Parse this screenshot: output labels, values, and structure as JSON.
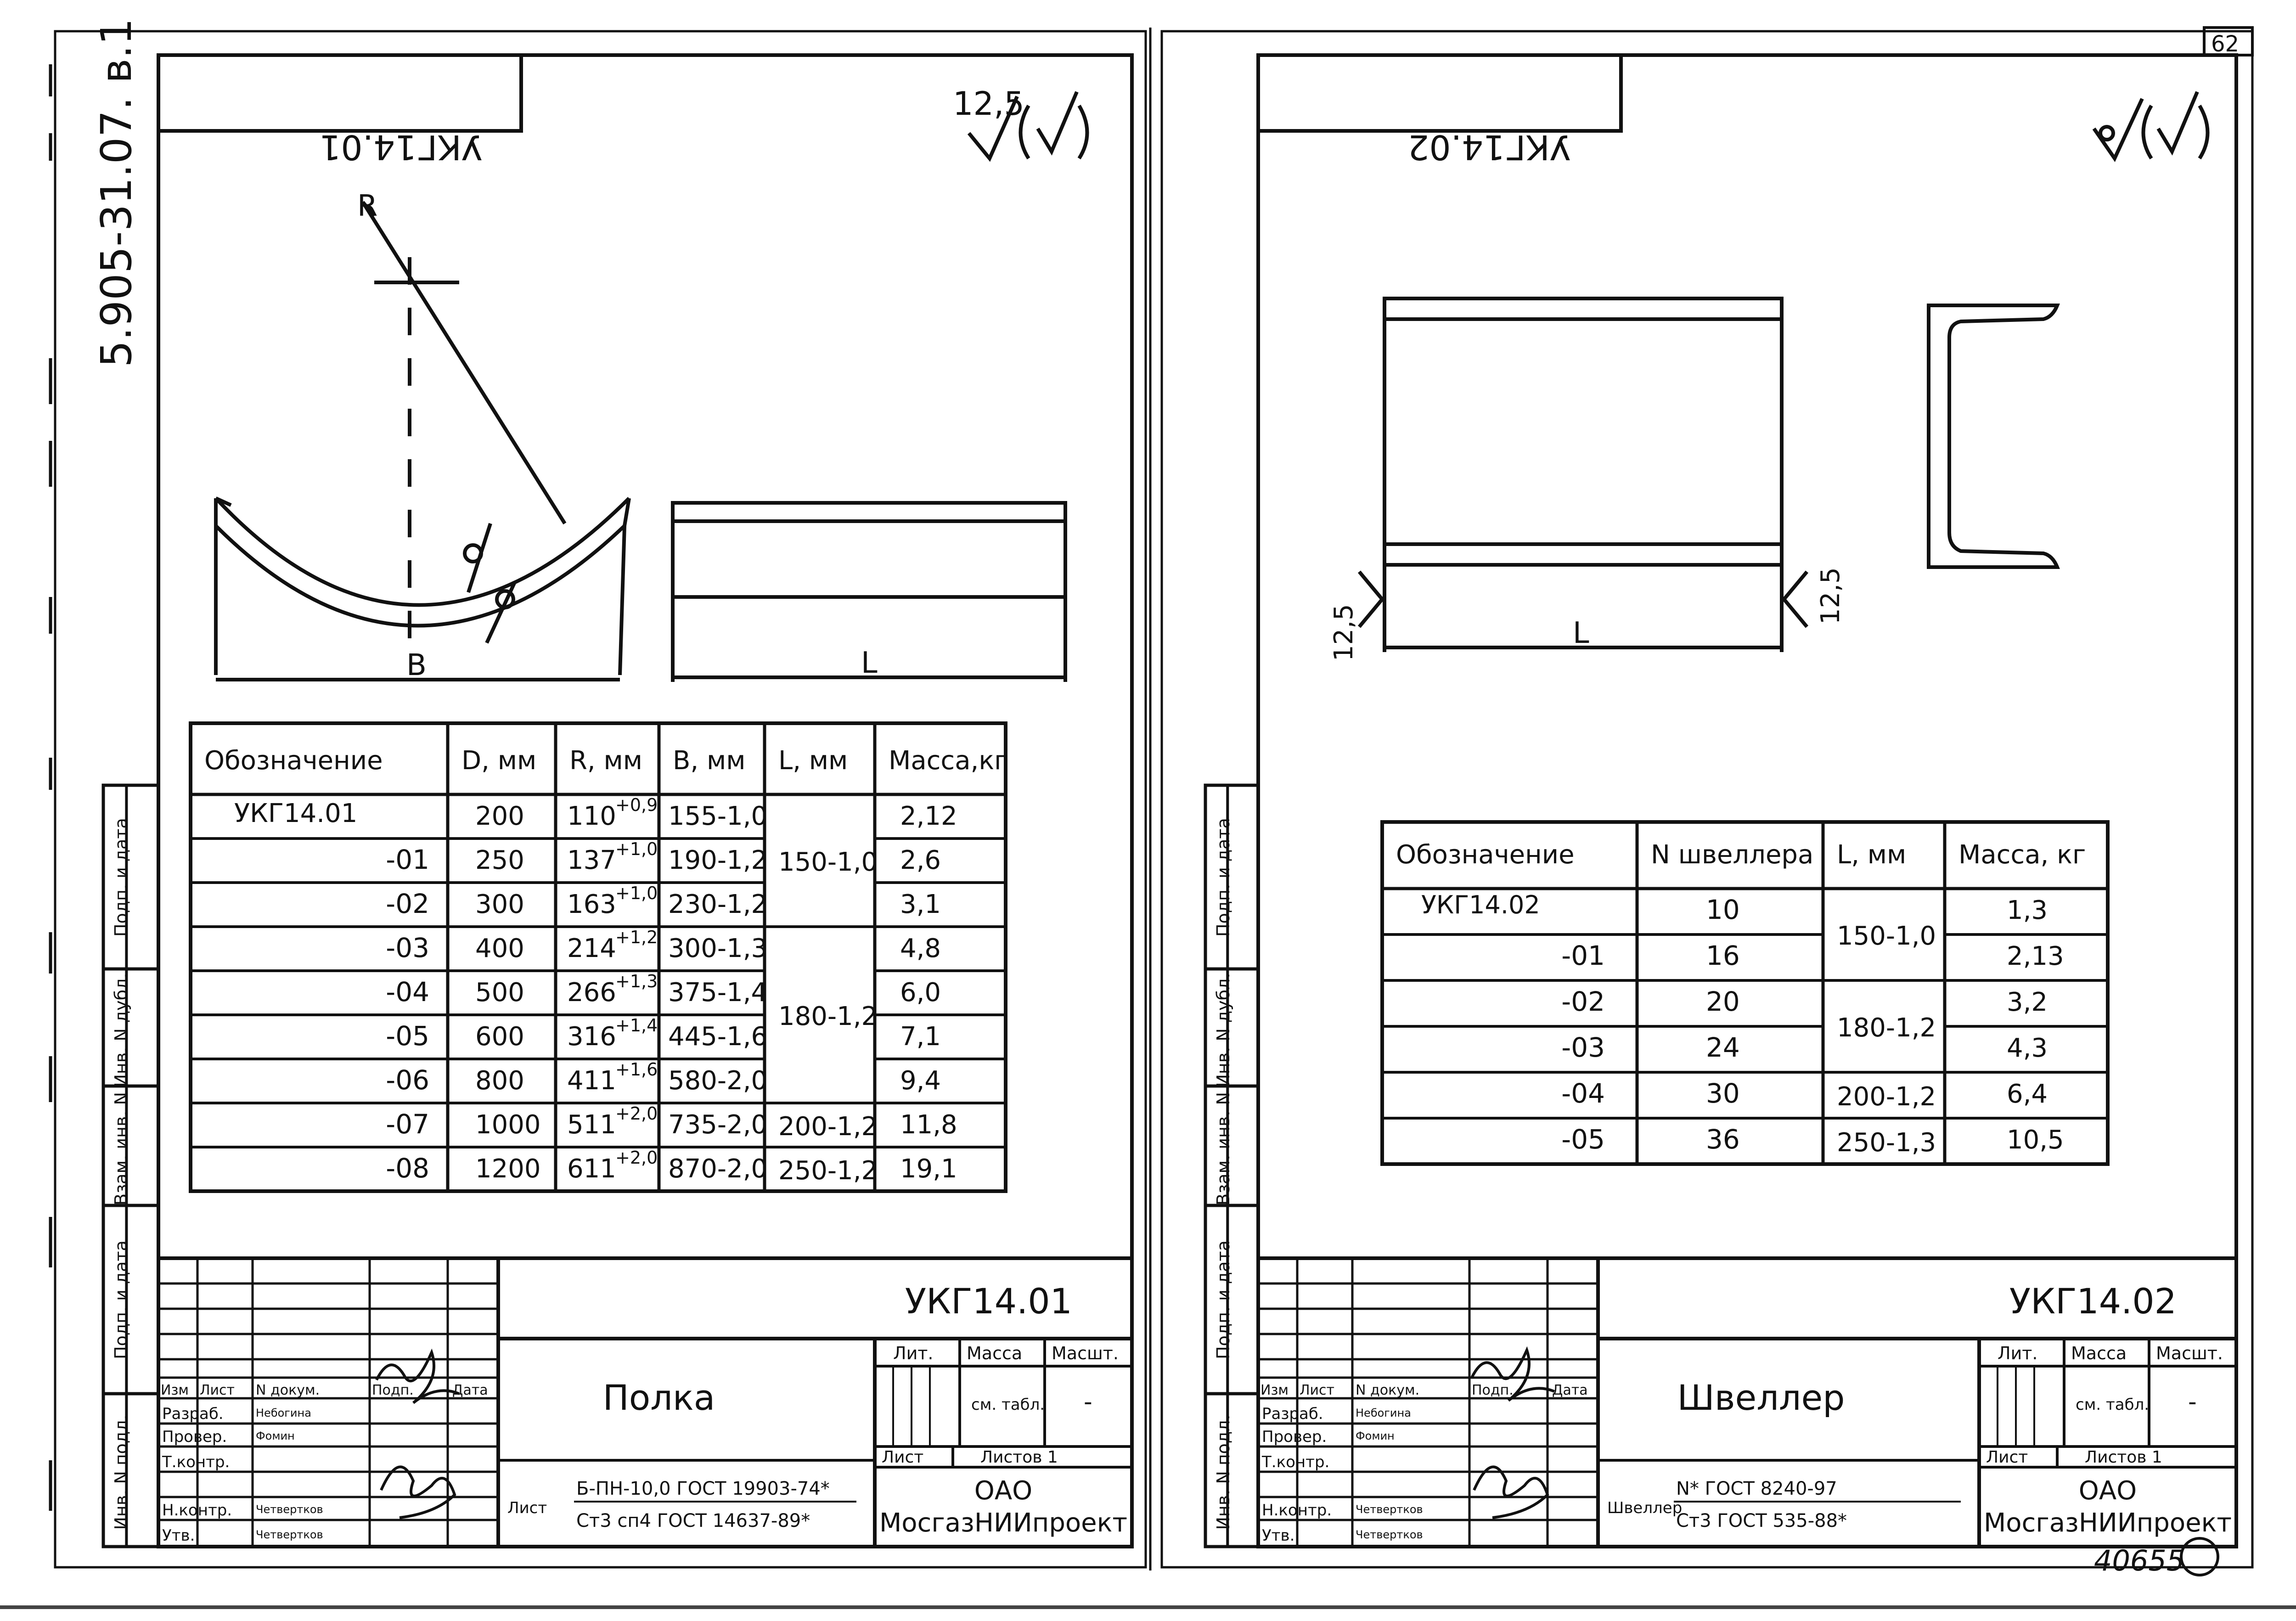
{
  "binding_code": "5.905-31.07. в.1",
  "sheet_number": "62",
  "inventory_number": "40655",
  "sheet1": {
    "mirrored_label": "УКГ14.01",
    "roughness": "12,5",
    "dims": {
      "r": "R",
      "b": "B",
      "l": "L"
    },
    "table": {
      "headers": [
        "Обозначение",
        "D, мм",
        "R, мм",
        "B, мм",
        "L, мм",
        "Масса,кг"
      ],
      "rows": [
        {
          "id": "УКГ14.01",
          "d": "200",
          "r": "110",
          "r_tol": "+0,9",
          "b": "155-1,0",
          "m": "2,12"
        },
        {
          "id": "-01",
          "d": "250",
          "r": "137",
          "r_tol": "+1,0",
          "b": "190-1,2",
          "m": "2,6"
        },
        {
          "id": "-02",
          "d": "300",
          "r": "163",
          "r_tol": "+1,0",
          "b": "230-1,2",
          "m": "3,1"
        },
        {
          "id": "-03",
          "d": "400",
          "r": "214",
          "r_tol": "+1,2",
          "b": "300-1,3",
          "m": "4,8"
        },
        {
          "id": "-04",
          "d": "500",
          "r": "266",
          "r_tol": "+1,3",
          "b": "375-1,4",
          "m": "6,0"
        },
        {
          "id": "-05",
          "d": "600",
          "r": "316",
          "r_tol": "+1,4",
          "b": "445-1,6",
          "m": "7,1"
        },
        {
          "id": "-06",
          "d": "800",
          "r": "411",
          "r_tol": "+1,6",
          "b": "580-2,0",
          "m": "9,4"
        },
        {
          "id": "-07",
          "d": "1000",
          "r": "511",
          "r_tol": "+2,0",
          "b": "735-2,0",
          "m": "11,8"
        },
        {
          "id": "-08",
          "d": "1200",
          "r": "611",
          "r_tol": "+2,0",
          "b": "870-2,0",
          "m": "19,1"
        }
      ],
      "l_groups": [
        {
          "value": "150-1,0",
          "rows": [
            0,
            2
          ]
        },
        {
          "value": "180-1,2",
          "rows": [
            3,
            6
          ]
        },
        {
          "value": "200-1,2",
          "rows": [
            7,
            7
          ]
        },
        {
          "value": "250-1,2",
          "rows": [
            8,
            8
          ]
        }
      ]
    },
    "title_block": {
      "code": "УКГ14.01",
      "name": "Полка",
      "material_label": "Лист",
      "material_line1": "Б-ПН-10,0 ГОСТ 19903-74*",
      "material_line2": "Ст3 сп4 ГОСТ 14637-89*",
      "col_heads": [
        "Изм",
        "Лист",
        "N докум.",
        "Подп.",
        "Дата"
      ],
      "roles": [
        "Разраб.",
        "Провер.",
        "Т.контр.",
        "",
        "Н.контр.",
        "Утв."
      ],
      "names": [
        "Небогина",
        "Фомин",
        "",
        "",
        "Четвертков",
        "Четвертков"
      ],
      "lit": "Лит.",
      "mass": "Масса",
      "scale": "Масшт.",
      "mass_value": "см. табл.",
      "scale_value": "-",
      "sheet": "Лист",
      "sheets": "Листов 1",
      "org1": "ОАО",
      "org2": "МосгазНИИпроект"
    }
  },
  "sheet2": {
    "mirrored_label": "УКГ14.02",
    "roughness": "12,5",
    "dims": {
      "l": "L"
    },
    "table": {
      "headers": [
        "Обозначение",
        "N швеллера",
        "L, мм",
        "Масса, кг"
      ],
      "rows": [
        {
          "id": "УКГ14.02",
          "n": "10",
          "m": "1,3"
        },
        {
          "id": "-01",
          "n": "16",
          "m": "2,13"
        },
        {
          "id": "-02",
          "n": "20",
          "m": "3,2"
        },
        {
          "id": "-03",
          "n": "24",
          "m": "4,3"
        },
        {
          "id": "-04",
          "n": "30",
          "m": "6,4"
        },
        {
          "id": "-05",
          "n": "36",
          "m": "10,5"
        }
      ],
      "l_groups": [
        {
          "value": "150-1,0",
          "rows": [
            0,
            1
          ]
        },
        {
          "value": "180-1,2",
          "rows": [
            2,
            3
          ]
        },
        {
          "value": "200-1,2",
          "rows": [
            4,
            4
          ]
        },
        {
          "value": "250-1,3",
          "rows": [
            5,
            5
          ]
        }
      ]
    },
    "title_block": {
      "code": "УКГ14.02",
      "name": "Швеллер",
      "material_label": "Швеллер",
      "material_line1": "N* ГОСТ 8240-97",
      "material_line2": "Ст3 ГОСТ 535-88*",
      "col_heads": [
        "Изм",
        "Лист",
        "N докум.",
        "Подп.",
        "Дата"
      ],
      "roles": [
        "Разраб.",
        "Провер.",
        "Т.контр.",
        "",
        "Н.контр.",
        "Утв."
      ],
      "names": [
        "Небогина",
        "Фомин",
        "",
        "",
        "Четвертков",
        "Четвертков"
      ],
      "lit": "Лит.",
      "mass": "Масса",
      "scale": "Масшт.",
      "mass_value": "см. табл.",
      "scale_value": "-",
      "sheet": "Лист",
      "sheets": "Листов 1",
      "org1": "ОАО",
      "org2": "МосгазНИИпроект"
    }
  },
  "side_stamp": [
    "Подп. и дата",
    "Инв. N дубл.",
    "Взам. инв. N",
    "Подп. и дата",
    "Инв. N подл."
  ]
}
